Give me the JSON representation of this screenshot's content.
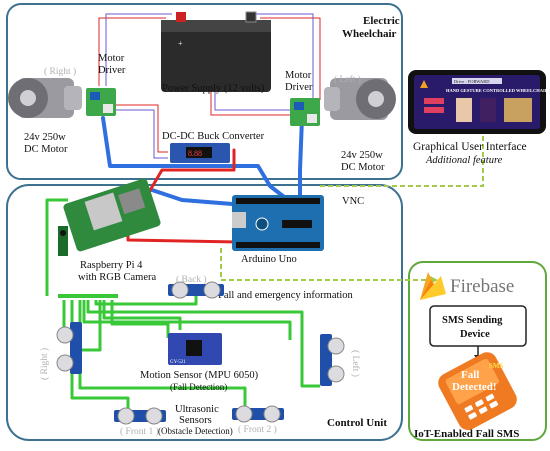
{
  "wheelchair": {
    "title_line1": "Electric",
    "title_line2": "Wheelchair",
    "motor_right_tag": "( Right )",
    "motor_left_tag": "( Left )",
    "motor_right_line1": "24v 250w",
    "motor_right_line2": "DC Motor",
    "motor_left_line1": "24v 250w",
    "motor_left_line2": "DC Motor",
    "driver_left_line1": "Motor",
    "driver_left_line2": "Driver",
    "driver_right_line1": "Motor",
    "driver_right_line2": "Driver",
    "power_supply": "Power Supply (12 volts)",
    "buck_converter": "DC-DC Buck Converter"
  },
  "gui": {
    "label": "Graphical User Interface",
    "sublabel": "Additional feature",
    "screen_title": "HAND GESTURE CONTROLLED WHEELCHAIR",
    "screen_status": "Drive : FORWARD"
  },
  "control": {
    "vnc": "VNC",
    "title": "Control Unit",
    "pi_line1": "Raspberry Pi 4",
    "pi_line2": "with RGB Camera",
    "arduino": "Arduino Uno",
    "fall_info": "Fall and emergency information",
    "sensor_back": "( Back )",
    "sensor_right": "( Right )",
    "sensor_left": "( Left )",
    "sensor_front1": "( Front 1 )",
    "sensor_front2": "( Front 2 )",
    "motion_line1": "Motion Sensor (MPU 6050)",
    "motion_line2": "(Fall Detection)",
    "motion_chip": "GY-521",
    "ultra_line1": "Ultrasonic",
    "ultra_line2": "Sensors",
    "ultra_line3": "(Obstacle Detection)"
  },
  "iot": {
    "firebase": "Firebase",
    "sms_line1": "SMS Sending",
    "sms_line2": "Device",
    "fall_line1": "Fall",
    "fall_line2": "Detected!",
    "sms_tag": "SMS",
    "title": "IoT-Enabled Fall SMS"
  },
  "colors": {
    "panel_border": "#3c7290",
    "iot_border": "#5ea83c",
    "wire_green": "#38c838",
    "wire_blue": "#2f6fe0",
    "wire_red": "#e02424",
    "dashed": "#a4c84a"
  }
}
